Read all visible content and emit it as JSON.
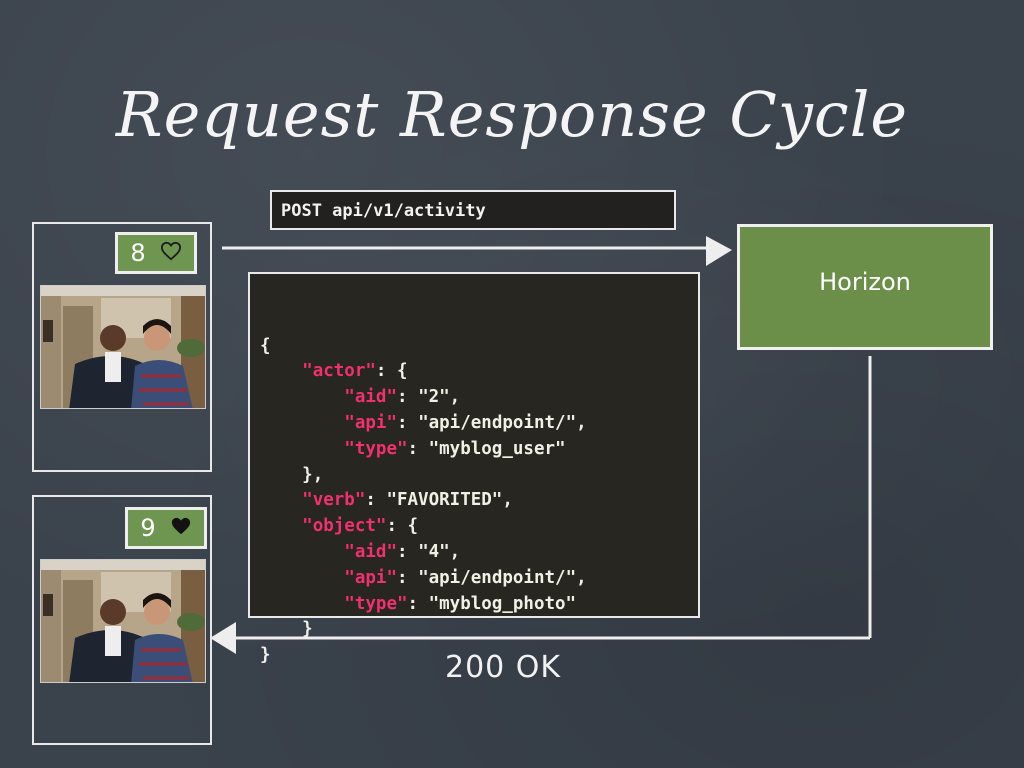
{
  "title": "Request Response Cycle",
  "request": {
    "label": "POST api/v1/activity"
  },
  "server": {
    "label": "Horizon"
  },
  "response": {
    "label": "200 OK"
  },
  "cards": {
    "before": {
      "count": "8",
      "heart_icon": "heart-outline-icon"
    },
    "after": {
      "count": "9",
      "heart_icon": "heart-filled-icon"
    }
  },
  "payload": {
    "lines": [
      {
        "indent": 0,
        "parts": [
          {
            "t": "{",
            "c": "p"
          }
        ]
      },
      {
        "indent": 1,
        "parts": [
          {
            "t": "\"actor\"",
            "c": "k"
          },
          {
            "t": ": {",
            "c": "p"
          }
        ]
      },
      {
        "indent": 2,
        "parts": [
          {
            "t": "\"aid\"",
            "c": "k"
          },
          {
            "t": ": ",
            "c": "p"
          },
          {
            "t": "\"2\"",
            "c": "s"
          },
          {
            "t": ",",
            "c": "p"
          }
        ]
      },
      {
        "indent": 2,
        "parts": [
          {
            "t": "\"api\"",
            "c": "k"
          },
          {
            "t": ": ",
            "c": "p"
          },
          {
            "t": "\"api/endpoint/\"",
            "c": "s"
          },
          {
            "t": ",",
            "c": "p"
          }
        ]
      },
      {
        "indent": 2,
        "parts": [
          {
            "t": "\"type\"",
            "c": "k"
          },
          {
            "t": ": ",
            "c": "p"
          },
          {
            "t": "\"myblog_user\"",
            "c": "s"
          }
        ]
      },
      {
        "indent": 1,
        "parts": [
          {
            "t": "},",
            "c": "p"
          }
        ]
      },
      {
        "indent": 1,
        "parts": [
          {
            "t": "\"verb\"",
            "c": "k"
          },
          {
            "t": ": ",
            "c": "p"
          },
          {
            "t": "\"FAVORITED\"",
            "c": "s"
          },
          {
            "t": ",",
            "c": "p"
          }
        ]
      },
      {
        "indent": 1,
        "parts": [
          {
            "t": "\"object\"",
            "c": "k"
          },
          {
            "t": ": {",
            "c": "p"
          }
        ]
      },
      {
        "indent": 2,
        "parts": [
          {
            "t": "\"aid\"",
            "c": "k"
          },
          {
            "t": ": ",
            "c": "p"
          },
          {
            "t": "\"4\"",
            "c": "s"
          },
          {
            "t": ",",
            "c": "p"
          }
        ]
      },
      {
        "indent": 2,
        "parts": [
          {
            "t": "\"api\"",
            "c": "k"
          },
          {
            "t": ": ",
            "c": "p"
          },
          {
            "t": "\"api/endpoint/\"",
            "c": "s"
          },
          {
            "t": ",",
            "c": "p"
          }
        ]
      },
      {
        "indent": 2,
        "parts": [
          {
            "t": "\"type\"",
            "c": "k"
          },
          {
            "t": ": ",
            "c": "p"
          },
          {
            "t": "\"myblog_photo\"",
            "c": "s"
          }
        ]
      },
      {
        "indent": 1,
        "parts": [
          {
            "t": "}",
            "c": "p"
          }
        ]
      },
      {
        "indent": 0,
        "parts": [
          {
            "t": "}",
            "c": "p"
          }
        ]
      }
    ]
  },
  "colors": {
    "board": "#3a424c",
    "key": "#f0306f",
    "server_green": "#6b8f49",
    "badge_green": "#6e9650"
  }
}
